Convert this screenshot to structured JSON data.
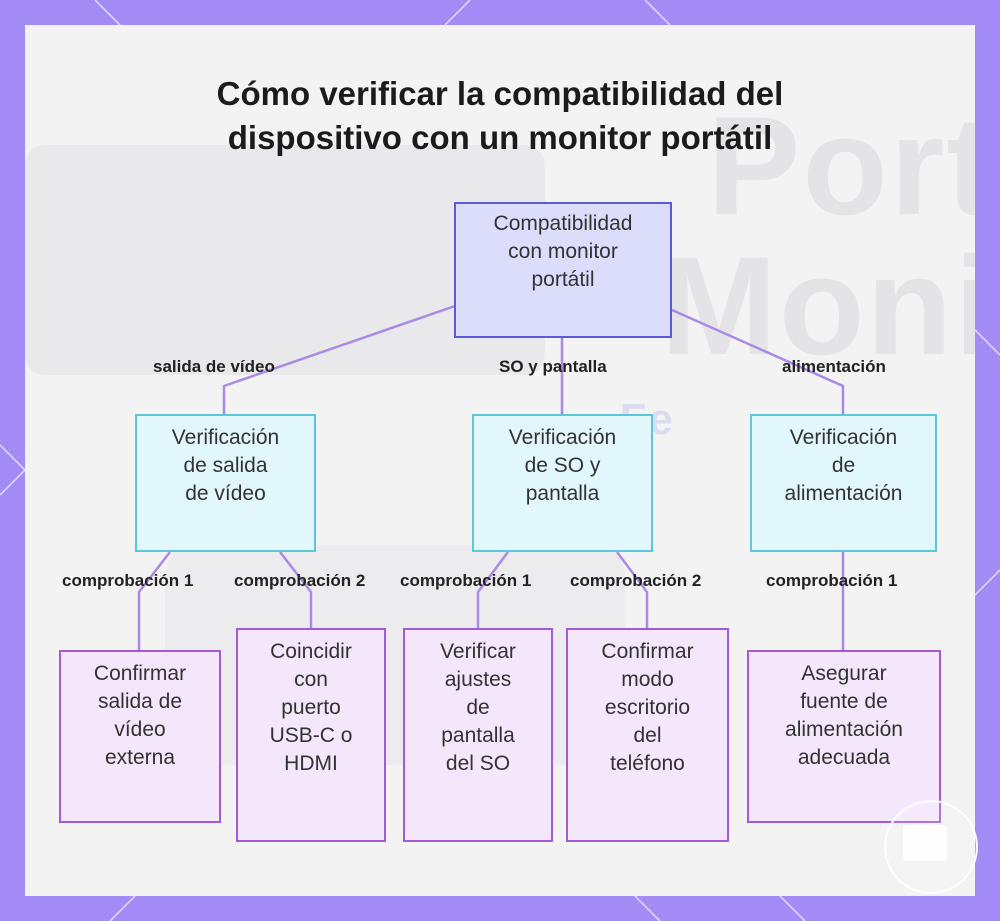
{
  "title": {
    "line1": "Cómo verificar la compatibilidad del",
    "line2": "dispositivo con un monitor portátil"
  },
  "background": {
    "word1": "Port",
    "word2": "Moni",
    "word3": "Fe"
  },
  "colors": {
    "frame": "#a38bf5",
    "root_fill": "#dcdcfb",
    "root_border": "#5a5adb",
    "mid_fill": "#e2f7fb",
    "mid_border": "#5cc6dd",
    "leaf_fill": "#f4e6fb",
    "leaf_border": "#a45ad8",
    "connector": "#a98ae6"
  },
  "root": {
    "lines": [
      "Compatibilidad",
      "con monitor",
      "portátil"
    ]
  },
  "branches": [
    {
      "edge_label": "salida de vídeo",
      "lines": [
        "Verificación",
        "de salida",
        "de vídeo"
      ],
      "children": [
        {
          "edge_label": "comprobación 1",
          "lines": [
            "Confirmar",
            "salida de",
            "vídeo",
            "externa"
          ]
        },
        {
          "edge_label": "comprobación 2",
          "lines": [
            "Coincidir",
            "con",
            "puerto",
            "USB-C o",
            "HDMI"
          ]
        }
      ]
    },
    {
      "edge_label": "SO y pantalla",
      "lines": [
        "Verificación",
        "de SO y",
        "pantalla"
      ],
      "children": [
        {
          "edge_label": "comprobación 1",
          "lines": [
            "Verificar",
            "ajustes",
            "de",
            "pantalla",
            "del SO"
          ]
        },
        {
          "edge_label": "comprobación 2",
          "lines": [
            "Confirmar",
            "modo",
            "escritorio",
            "del",
            "teléfono"
          ]
        }
      ]
    },
    {
      "edge_label": "alimentación",
      "lines": [
        "Verificación",
        "de",
        "alimentación"
      ],
      "children": [
        {
          "edge_label": "comprobación 1",
          "lines": [
            "Asegurar",
            "fuente de",
            "alimentación",
            "adecuada"
          ]
        }
      ]
    }
  ]
}
